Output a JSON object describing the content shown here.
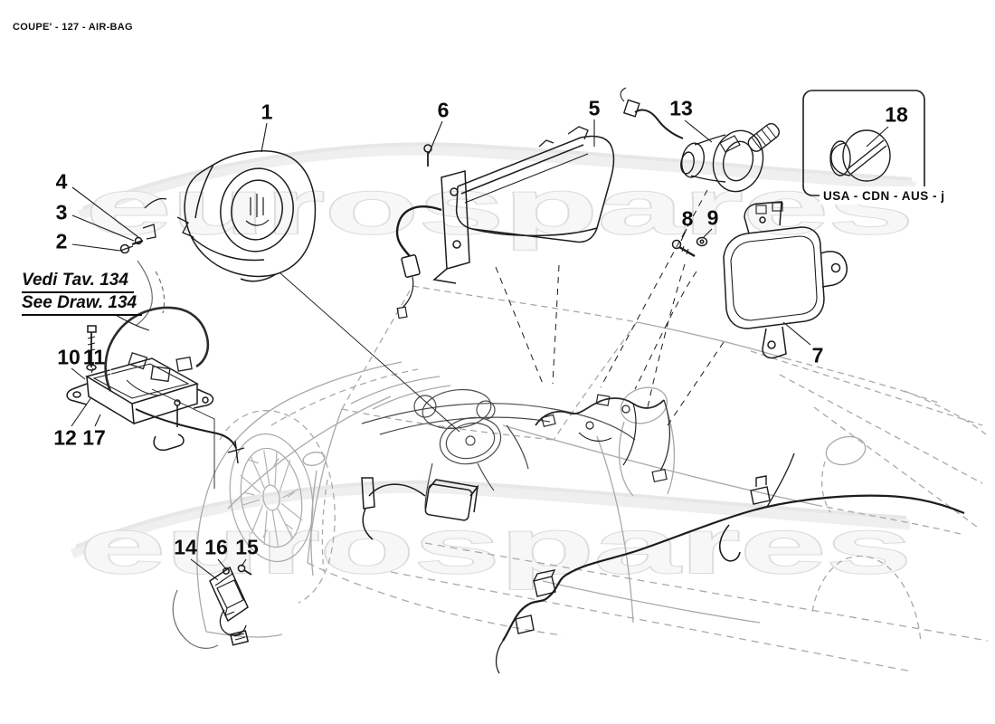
{
  "header": {
    "title": "COUPE' - 127 - AIR-BAG"
  },
  "watermark": {
    "text": "eurospares"
  },
  "note": {
    "line1": "Vedi Tav. 134",
    "line2": "See Draw. 134"
  },
  "region_box": {
    "label": "USA - CDN - AUS - j"
  },
  "callouts": [
    {
      "label": "1"
    },
    {
      "label": "2"
    },
    {
      "label": "3"
    },
    {
      "label": "4"
    },
    {
      "label": "5"
    },
    {
      "label": "6"
    },
    {
      "label": "7"
    },
    {
      "label": "8"
    },
    {
      "label": "9"
    },
    {
      "label": "10"
    },
    {
      "label": "11"
    },
    {
      "label": "12"
    },
    {
      "label": "13"
    },
    {
      "label": "14"
    },
    {
      "label": "15"
    },
    {
      "label": "16"
    },
    {
      "label": "17"
    },
    {
      "label": "18"
    }
  ],
  "colors": {
    "part_line": "#1c1c1c",
    "car_line": "#a9a9a9",
    "dash_detail": "#4a4a4a",
    "watermark": "#e3e3e3",
    "background": "#ffffff",
    "text": "#0d0d0d"
  }
}
